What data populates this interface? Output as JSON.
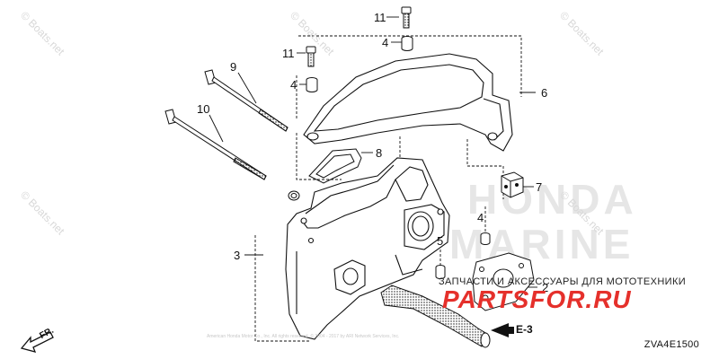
{
  "diagram": {
    "part_code": "ZVA4E1500",
    "reference_label": "E-3",
    "direction_label": "FR.",
    "callouts": [
      {
        "id": "c11a",
        "text": "11"
      },
      {
        "id": "c4a",
        "text": "4"
      },
      {
        "id": "c11b",
        "text": "11"
      },
      {
        "id": "c4b",
        "text": "4"
      },
      {
        "id": "c9",
        "text": "9"
      },
      {
        "id": "c10",
        "text": "10"
      },
      {
        "id": "c6",
        "text": "6"
      },
      {
        "id": "c8",
        "text": "8"
      },
      {
        "id": "c7",
        "text": "7"
      },
      {
        "id": "c4c",
        "text": "4"
      },
      {
        "id": "c5",
        "text": "5"
      },
      {
        "id": "c3",
        "text": "3"
      },
      {
        "id": "c2",
        "text": "2"
      }
    ]
  },
  "watermarks": {
    "text": "© Boats.net",
    "banner": "ЗАПЧАСТИ И АКСЕССУАРЫ ДЛЯ МОТОТЕХНИКИ",
    "logo": "PARTSFOR.RU",
    "copyright": "American Honda Motor Co., Inc. All rights reserved. © 2004 - 2017 by ARI Network Services, Inc."
  }
}
